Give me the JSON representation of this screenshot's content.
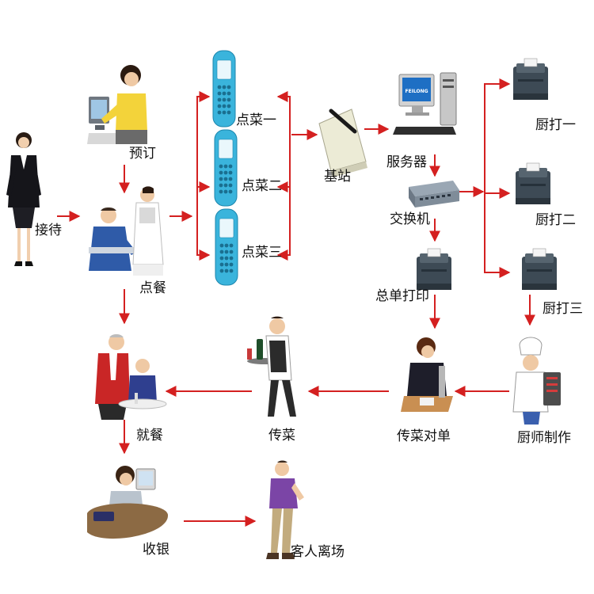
{
  "nodes": {
    "reception": "接待",
    "reservation": "预订",
    "ordering": "点餐",
    "handset_1": "点菜一",
    "handset_2": "点菜二",
    "handset_3": "点菜三",
    "base_station": "基站",
    "server": "服务器",
    "switch": "交换机",
    "master_printer": "总单打印",
    "kitchen_printer_1": "厨打一",
    "kitchen_printer_2": "厨打二",
    "kitchen_printer_3": "厨打三",
    "chef": "厨师制作",
    "dispatch_check": "传菜对单",
    "serving": "传菜",
    "dining": "就餐",
    "cashier": "收银",
    "guest_leaves": "客人离场"
  },
  "server_screen_text": "FEILONG",
  "colors": {
    "arrow": "#d42020",
    "handset": "#3ab4dc",
    "printer": "#3d4a55",
    "label": "#111111"
  }
}
